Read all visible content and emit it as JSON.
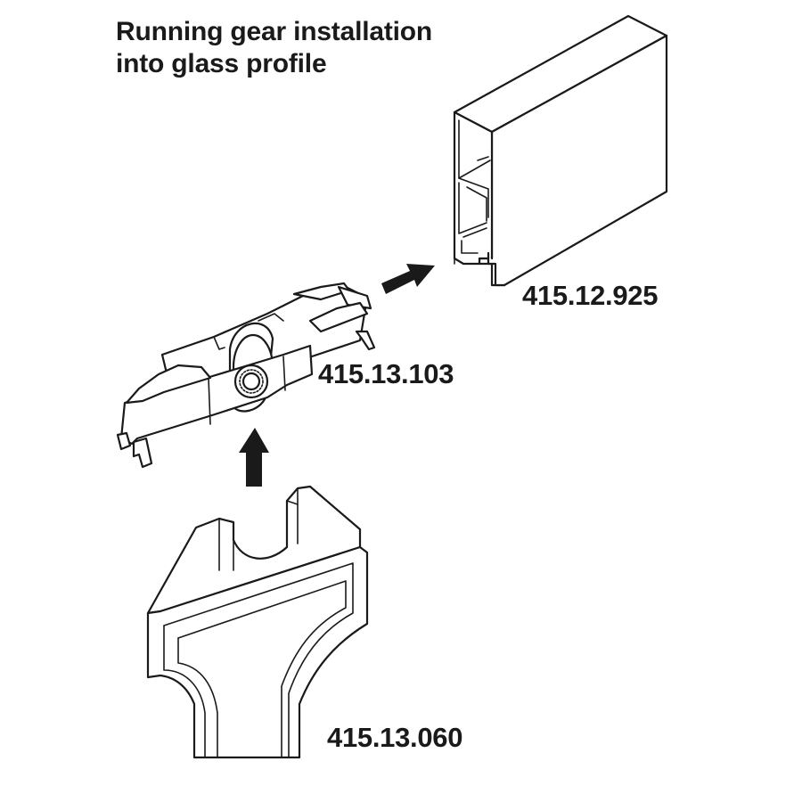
{
  "title": {
    "line1": "Running gear installation",
    "line2": "into glass profile"
  },
  "parts": {
    "profile": "415.12.925",
    "running_gear": "415.13.103",
    "tool": "415.13.060"
  },
  "arrows": {
    "gear_to_profile": "arrow-right-up",
    "tool_to_gear": "arrow-up"
  }
}
